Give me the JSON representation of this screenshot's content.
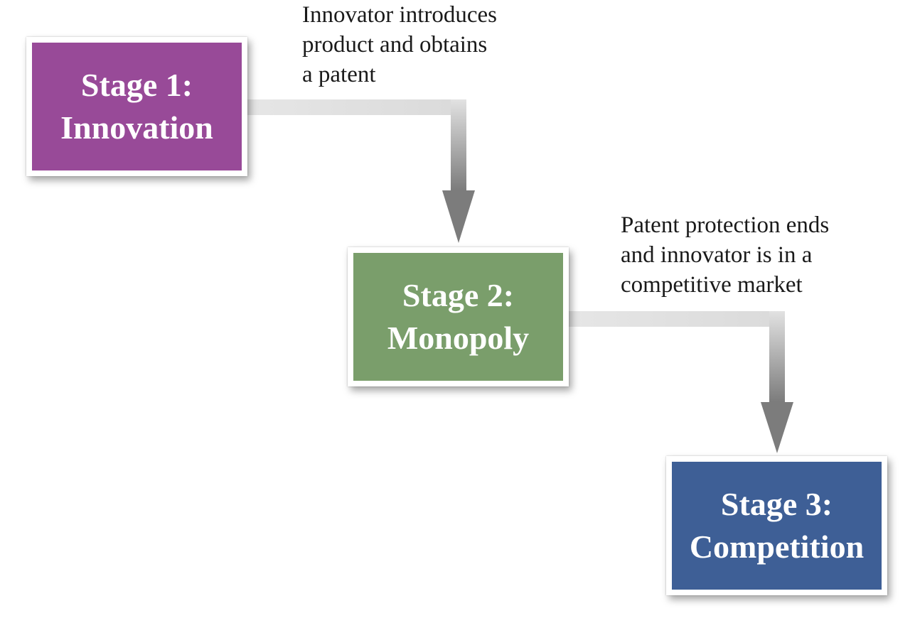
{
  "stages": [
    {
      "line1": "Stage 1:",
      "line2": "Innovation",
      "color": "#984a98"
    },
    {
      "line1": "Stage 2:",
      "line2": "Monopoly",
      "color": "#7a9e6b"
    },
    {
      "line1": "Stage 3:",
      "line2": "Competition",
      "color": "#3e5f96"
    }
  ],
  "transitions": [
    {
      "lines": [
        "Innovator introduces",
        "product and obtains",
        "a patent"
      ]
    },
    {
      "lines": [
        "Patent protection ends",
        "and innovator is in a",
        "competitive market"
      ]
    }
  ],
  "colors": {
    "connector_light": "#e2e2e2",
    "connector_dark": "#7a7a7a"
  }
}
